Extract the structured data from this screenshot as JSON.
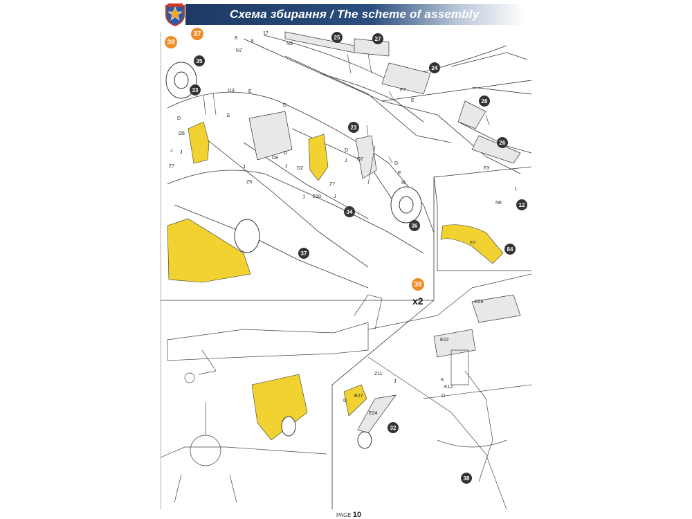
{
  "header": {
    "title": "Схема збирання / The scheme of assembly"
  },
  "steps": {
    "s37": "37",
    "s38": "38",
    "s39": "39"
  },
  "multiplier": "x2",
  "parts": [
    "35",
    "33",
    "25",
    "27",
    "24",
    "23",
    "28",
    "26",
    "34",
    "36",
    "37",
    "12",
    "84",
    "32",
    "38"
  ],
  "labels": {
    "s": "S",
    "n7": "N7",
    "n3": "N3",
    "d8": "8",
    "d17": "17",
    "l13": "I13",
    "e1": "E",
    "d1": "D",
    "d5": "D5",
    "j1": "J",
    "z7a": "Z7",
    "d2": "D2",
    "d7": "D7",
    "d9": "D9",
    "z10": "Z10",
    "z7b": "Z7",
    "z5": "Z5",
    "f7a": "F7",
    "f3": "F3",
    "n6": "N6",
    "i8": "I8",
    "f7b": "F7",
    "e29": "E29",
    "e22": "E22",
    "z11": "Z11",
    "e27": "E27",
    "e24": "E24",
    "k": "K",
    "k12": "K12",
    "j2": "J",
    "d3": "D",
    "l": "L",
    "e2": "E",
    "j3": "J",
    "d4": "D",
    "d6": "D",
    "j4": "J",
    "e3": "E",
    "j5": "J",
    "d10": "D",
    "j6": "J",
    "d11": "D",
    "j7": "J",
    "k2": "J",
    "d12": "D",
    "e4": "E"
  },
  "footer": {
    "page_label": "PAGE",
    "page_number": "10"
  },
  "colors": {
    "header": "#1c3a63",
    "step": "#f08a24",
    "highlight": "#f2d230",
    "line": "#333333"
  }
}
